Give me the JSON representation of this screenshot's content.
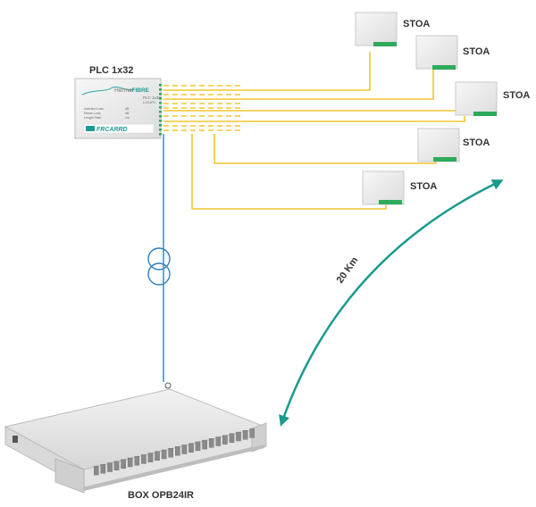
{
  "splitter": {
    "label": "PLC 1x32",
    "brand_prefix": "Herma",
    "brand_suffix": "FIBRE",
    "model_line": "PLC 1x32",
    "model_sub": "LC/UPC",
    "spec_rows": [
      {
        "k": "Insertion Loss",
        "v": "dB"
      },
      {
        "k": "Return Loss",
        "v": "dB"
      },
      {
        "k": "Length Fiber",
        "v": "1m"
      }
    ],
    "maker": "FRCARRD"
  },
  "terminals": [
    {
      "label": "STOA"
    },
    {
      "label": "STOA"
    },
    {
      "label": "STOA"
    },
    {
      "label": "STOA"
    },
    {
      "label": "STOA"
    }
  ],
  "distance_label": "20 Km",
  "patch_panel": {
    "label": "BOX OPB24IR"
  },
  "colors": {
    "yellow_fiber": "#f2c530",
    "blue_fiber": "#2f7fc4",
    "distance_arrow": "#1a9a8c",
    "adapter_green": "#2eaa5c",
    "housing": "#ececec"
  }
}
